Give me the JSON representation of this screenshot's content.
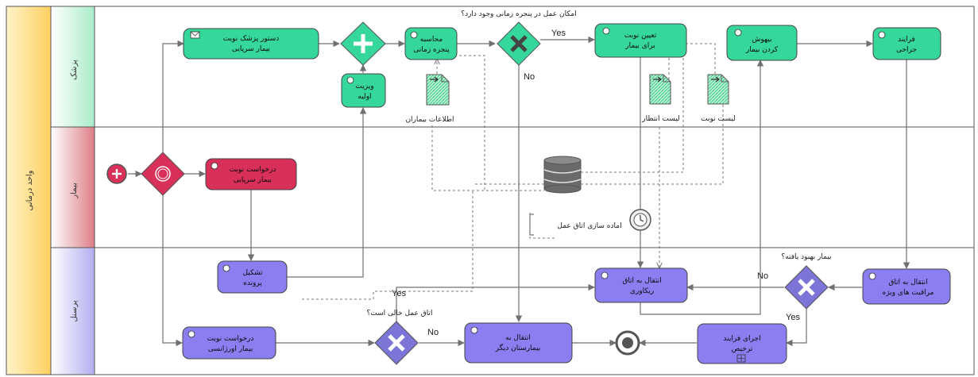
{
  "pool": {
    "label": "واحد درمانی"
  },
  "lanes": [
    {
      "id": "physician",
      "label": "پزشک",
      "color": "#c5f2d9"
    },
    {
      "id": "patient",
      "label": "بیمار",
      "color": "#e9a9ad"
    },
    {
      "id": "staff",
      "label": "پرسنل",
      "color": "#c9c6f4"
    }
  ],
  "colors": {
    "green_task": "#35d89a",
    "red_task": "#d9305a",
    "purple_task": "#8a7ef0",
    "gateway_red": "#d9305a",
    "gateway_green": "#35d89a",
    "gateway_purple": "#7c74d6"
  },
  "tasks": {
    "doctor_order": [
      "دستور پزشک نوبت",
      "بیمار سرپایی"
    ],
    "first_visit": [
      "ویزیت",
      "اولیه"
    ],
    "calc_window": [
      "محاسبه",
      "پنجره زمانی"
    ],
    "assign_slot": [
      "تعیین نوبت",
      "برای بیمار"
    ],
    "anesthesia": [
      "بیهوش",
      "کردن بیمار"
    ],
    "surgery": [
      "فرایند",
      "جراحی"
    ],
    "outpatient_request": [
      "درخواست نوبت",
      "بیمار سرپایی"
    ],
    "file_creation": [
      "تشکیل",
      "پرونده"
    ],
    "emergency_request": [
      "درخواست نوبت",
      "بیمار اورژانسی"
    ],
    "transfer_other": [
      "انتقال به",
      "بیمارستان دیگر"
    ],
    "transfer_recovery": [
      "انتقال به اتاق",
      "ریکاوری"
    ],
    "transfer_icu": [
      "انتقال به اتاق",
      "مراقبت های ویژه"
    ],
    "discharge": [
      "اجرای فرایند",
      "ترخیص"
    ]
  },
  "questions": {
    "window_possible": "امکان عمل در پنجره زمانی وجود دارد؟",
    "room_available": "اتاق عمل خالی است؟",
    "patient_recovered": "بیمار بهبود یافته؟"
  },
  "flow_labels": {
    "yes": "Yes",
    "no": "No"
  },
  "data_objects": {
    "patient_info": "اطلاعات بیماران",
    "waiting_list": "لیست انتظار",
    "slot_list": "لیست نوبت"
  },
  "annotation": "اماده سازی اتاق عمل"
}
